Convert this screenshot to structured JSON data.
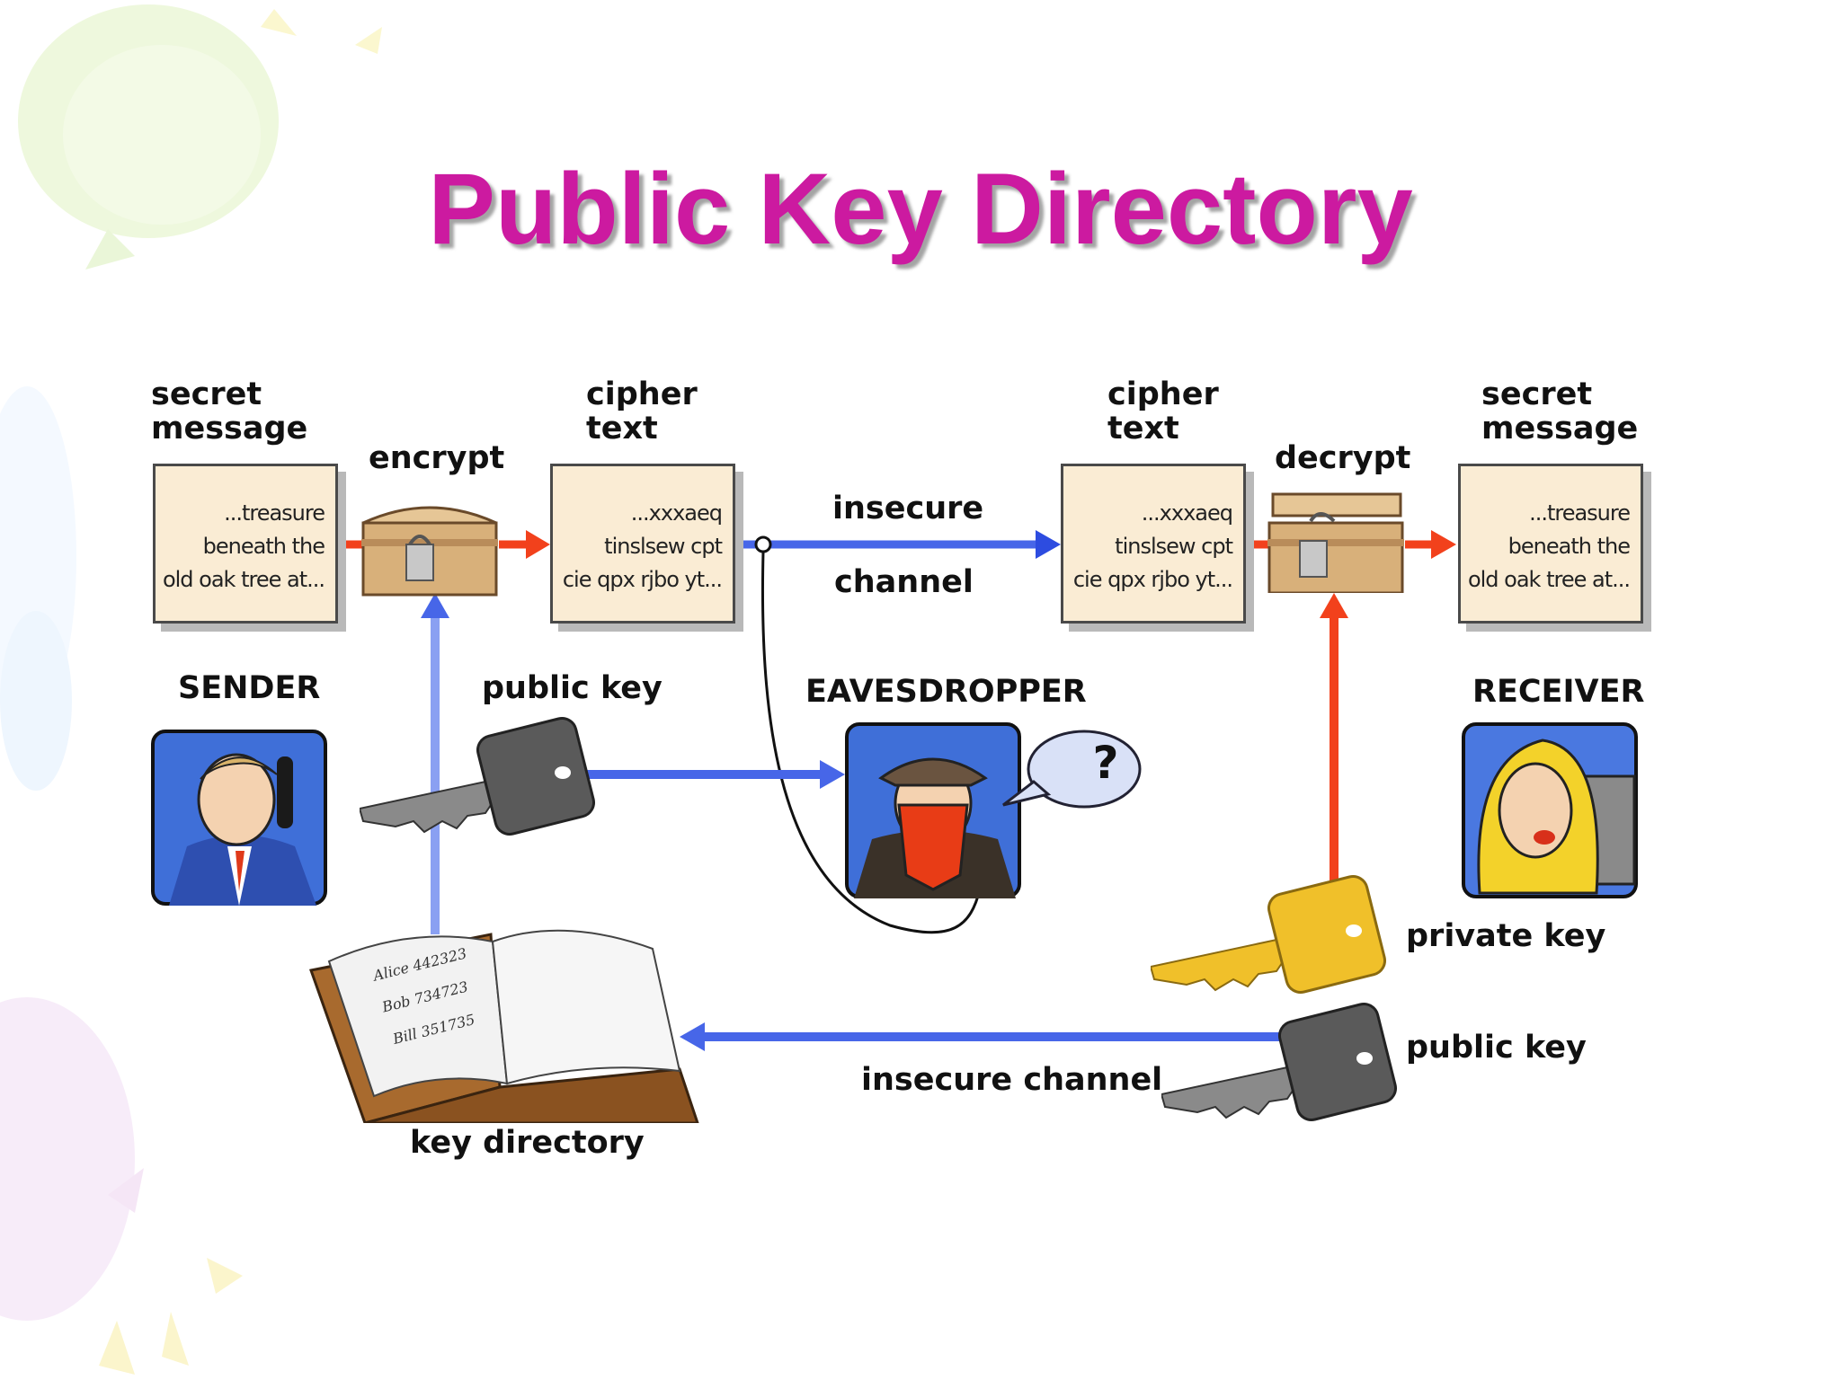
{
  "title": "Public Key Directory",
  "labels": {
    "secret_message_left": [
      "secret",
      "message"
    ],
    "encrypt": "encrypt",
    "cipher_text_left": [
      "cipher",
      "text"
    ],
    "insecure": "insecure",
    "channel": "channel",
    "cipher_text_right": [
      "cipher",
      "text"
    ],
    "decrypt": "decrypt",
    "secret_message_right": [
      "secret",
      "message"
    ],
    "sender": "SENDER",
    "public_key_top": "public key",
    "eavesdropper": "EAVESDROPPER",
    "receiver": "RECEIVER",
    "private_key": "private key",
    "public_key_bottom": "public key",
    "insecure_channel_bottom": "insecure channel",
    "key_directory": "key directory",
    "question_mark": "?"
  },
  "messages": {
    "plain": [
      "...treasure",
      "beneath the",
      "old oak tree at..."
    ],
    "cipher": [
      "...xxxaeq",
      "tinslsew cpt",
      "cie qpx rjbo yt..."
    ]
  },
  "directory_entries": [
    "Alice 442323",
    "Bob 734723",
    "Bill 351735"
  ],
  "colors": {
    "title": "#cc1aa0",
    "blue_arrow": "#4766e8",
    "red_arrow": "#f2411c",
    "private_key": "#f0c02a",
    "public_key": "#5a5a5a",
    "message_box": "#faecd4"
  }
}
